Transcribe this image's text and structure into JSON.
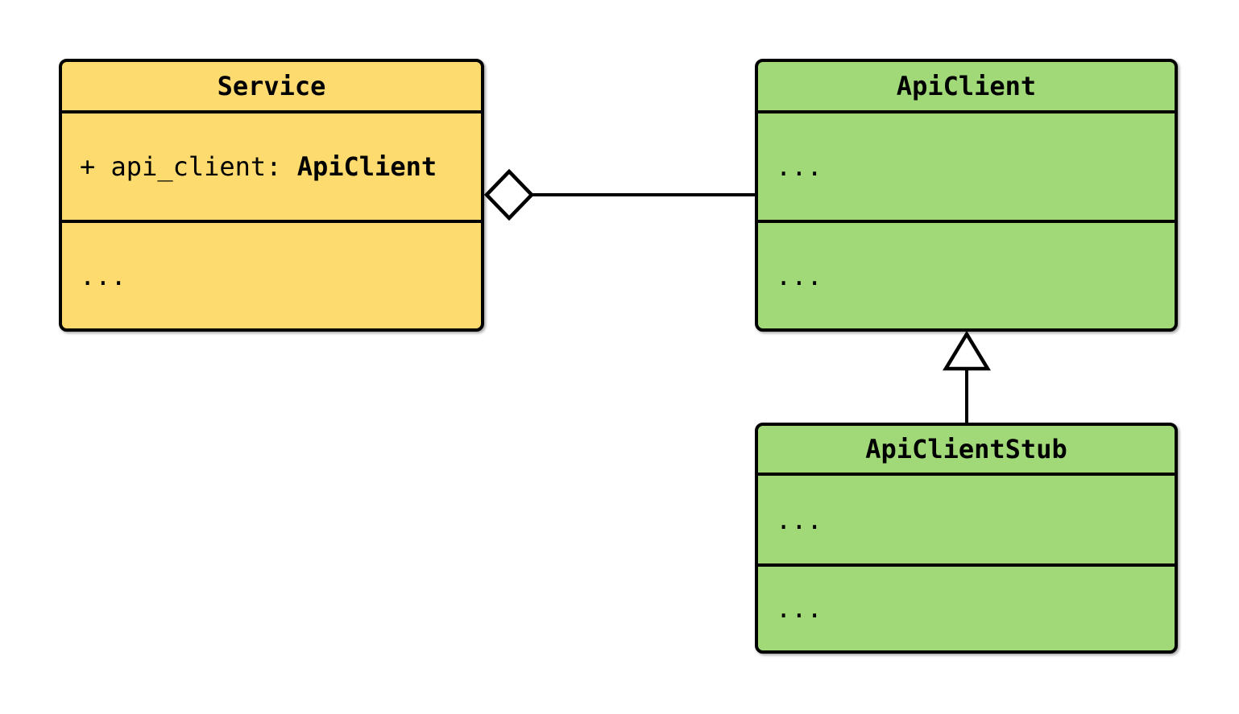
{
  "diagram_type": "uml-class-diagram",
  "classes": {
    "service": {
      "title": "Service",
      "attribute_prefix": "+ api_client: ",
      "attribute_type": "ApiClient",
      "methods_placeholder": "..."
    },
    "api_client": {
      "title": "ApiClient",
      "attributes_placeholder": "...",
      "methods_placeholder": "..."
    },
    "api_client_stub": {
      "title": "ApiClientStub",
      "attributes_placeholder": "...",
      "methods_placeholder": "..."
    }
  },
  "relationships": [
    {
      "type": "aggregation",
      "owner": "Service",
      "part": "ApiClient",
      "marker": "hollow-diamond"
    },
    {
      "type": "inheritance",
      "child": "ApiClientStub",
      "parent": "ApiClient",
      "marker": "hollow-triangle"
    }
  ],
  "colors": {
    "service_fill": "#FDDB6E",
    "client_fill": "#A1D878",
    "stroke": "#000000",
    "marker_fill": "#FFFFFF",
    "background": "#FFFFFF"
  }
}
